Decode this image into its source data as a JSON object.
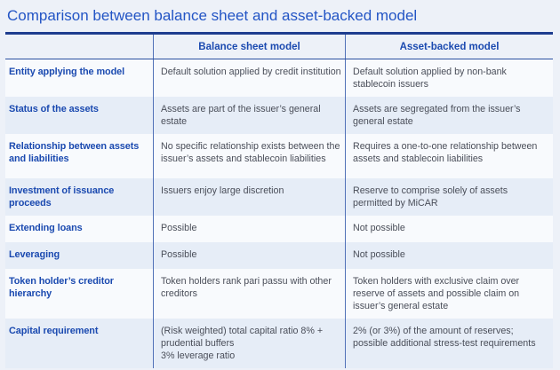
{
  "page": {
    "title": "Comparison between balance sheet and asset-backed model"
  },
  "table": {
    "col_headers": {
      "balance": "Balance sheet model",
      "asset": "Asset-backed model"
    },
    "rows": [
      {
        "label": "Entity applying the model",
        "balance": "Default solution applied by credit institution",
        "asset": "Default solution applied by non-bank stablecoin issuers"
      },
      {
        "label": "Status of the assets",
        "balance": "Assets are part of the issuer’s general estate",
        "asset": "Assets are segregated from the issuer’s general estate"
      },
      {
        "label": "Relationship between assets and liabilities",
        "balance": "No specific relationship exists between the issuer’s assets and stablecoin liabilities",
        "asset": "Requires a one-to-one relationship between assets and stablecoin liabilities"
      },
      {
        "label": "Investment of issuance proceeds",
        "balance": "Issuers enjoy large discretion",
        "asset": "Reserve to comprise solely of assets permitted by MiCAR"
      },
      {
        "label": "Extending loans",
        "balance": "Possible",
        "asset": "Not possible"
      },
      {
        "label": "Leveraging",
        "balance": "Possible",
        "asset": "Not possible"
      },
      {
        "label": "Token holder’s creditor hierarchy",
        "balance": "Token holders rank pari passu with other creditors",
        "asset": "Token holders with exclusive claim over reserve of assets and possible claim on issuer’s general estate"
      },
      {
        "label": "Capital requirement",
        "balance": "(Risk weighted) total capital ratio 8% + prudential buffers\n3% leverage ratio",
        "asset": "2% (or 3%) of the amount of reserves; possible additional stress-test requirements"
      }
    ]
  },
  "colors": {
    "title_blue": "#2355c5",
    "label_blue": "#1b4ab0",
    "rule_navy": "#1e3d8f",
    "divider_blue": "#5272b8",
    "row_tint": "#e6edf7",
    "row_plain": "#f8fafd",
    "body_text": "#4a4e59",
    "page_bg": "#edf1f8"
  }
}
